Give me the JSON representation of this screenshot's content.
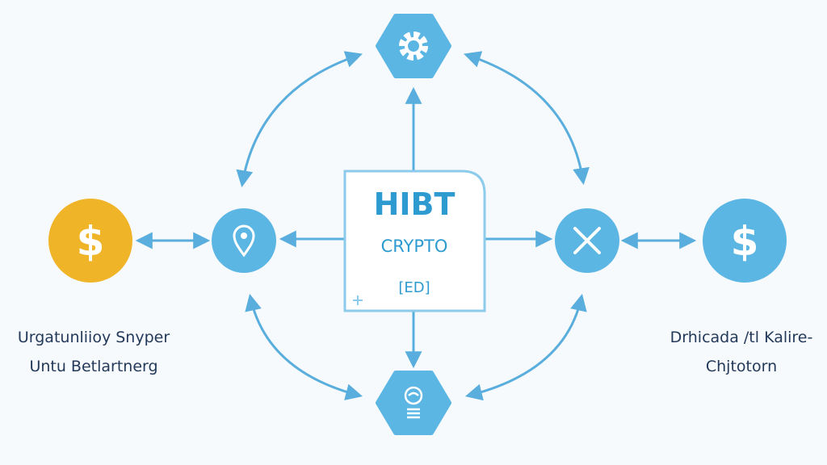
{
  "center": {
    "title": "HIBT",
    "subtitle": "CRYPTO",
    "tag": "[ED]"
  },
  "nodes": {
    "left_currency": {
      "symbol": "$",
      "icon": "dollar-icon",
      "color": "#f0b429"
    },
    "location": {
      "icon": "location-pin-icon",
      "color": "#5cb6e4"
    },
    "exchange": {
      "icon": "close-x-icon",
      "color": "#5cb6e4"
    },
    "right_currency": {
      "symbol": "$",
      "icon": "dollar-icon",
      "color": "#5cb6e4"
    },
    "top": {
      "icon": "gear-icon",
      "color": "#5cb6e4"
    },
    "bottom": {
      "icon": "lightbulb-icon",
      "color": "#5cb6e4"
    }
  },
  "labels": {
    "left": [
      "Urgatunliioy Snyper",
      "Untu Betlartnerg"
    ],
    "right": [
      "Drhicada /tl Kalire-",
      "Chjtotorn"
    ]
  },
  "colors": {
    "arrow": "#5aaedd",
    "text": "#23395a"
  }
}
